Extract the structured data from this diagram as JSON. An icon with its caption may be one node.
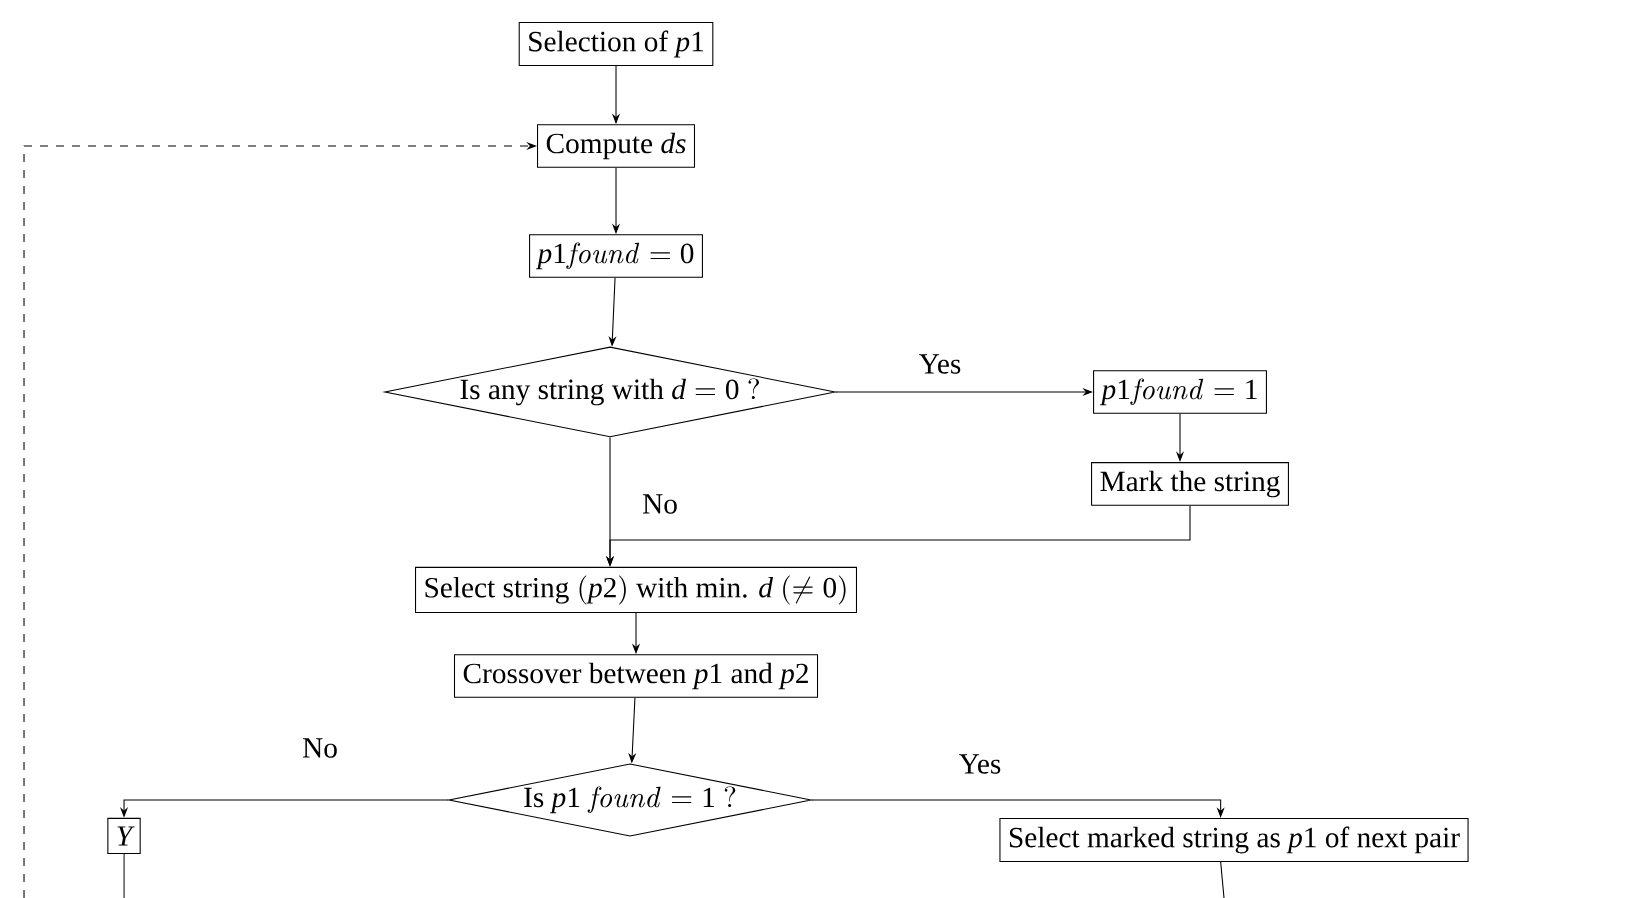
{
  "diagram": {
    "nodes": [
      {
        "text": [
          "\\mbox{Selection of } p1"
        ]
      },
      {
        "text": [
          "\\mbox{Compute } ds"
        ]
      },
      {
        "text": [
          "p1\\mathit{found}=0"
        ]
      },
      {
        "text": [
          "\\mbox{Is any string with } d=0\\ ?"
        ]
      },
      {
        "text": [
          "p1\\mathit{found}=1"
        ]
      },
      {
        "text": [
          "Mark the string"
        ]
      },
      {
        "text": [
          "\\mbox{Select string } (p2) \\mbox{ with min. } d\\ (\\neq 0)"
        ]
      },
      {
        "text": [
          "\\mbox{Crossover between } p1 \\mbox{ and } p2"
        ]
      },
      {
        "text": [
          "\\mbox{Is } p1\\ \\mathit{found} = 1\\ ?"
        ]
      },
      {
        "text": [
          "Y"
        ]
      },
      {
        "text": [
          "\\mbox{Select marked string as } p1 \\mbox{ of next pair}"
        ]
      }
    ],
    "edges": [
      {
        "from": 0,
        "to": 1,
        "arrow": "to"
      },
      {
        "from": null,
        "to": 1,
        "arrow": "to",
        "style": "dashed"
      },
      {
        "from": 1,
        "to": 2,
        "arrow": "to"
      },
      {
        "from": 2,
        "to": 3,
        "arrow": "to"
      },
      {
        "from": 3,
        "to": 4,
        "arrow": "to",
        "label": "Yes"
      },
      {
        "from": 3,
        "to": 6,
        "arrow": "to",
        "label": "No"
      },
      {
        "from": 4,
        "to": 5,
        "arrow": "to"
      },
      {
        "from": 5,
        "to": 6,
        "arrow": "to"
      },
      {
        "from": 6,
        "to": 7,
        "arrow": "to"
      },
      {
        "from": 7,
        "to": 8,
        "arrow": "to"
      },
      {
        "from": 8,
        "to": 9,
        "arrow": "to",
        "label": "No"
      },
      {
        "from": 8,
        "to": 10,
        "arrow": "to",
        "label": "Yes"
      },
      {
        "from": 9,
        "to": null,
        "arrow": "none"
      },
      {
        "from": 10,
        "to": null,
        "arrow": "none"
      }
    ]
  }
}
